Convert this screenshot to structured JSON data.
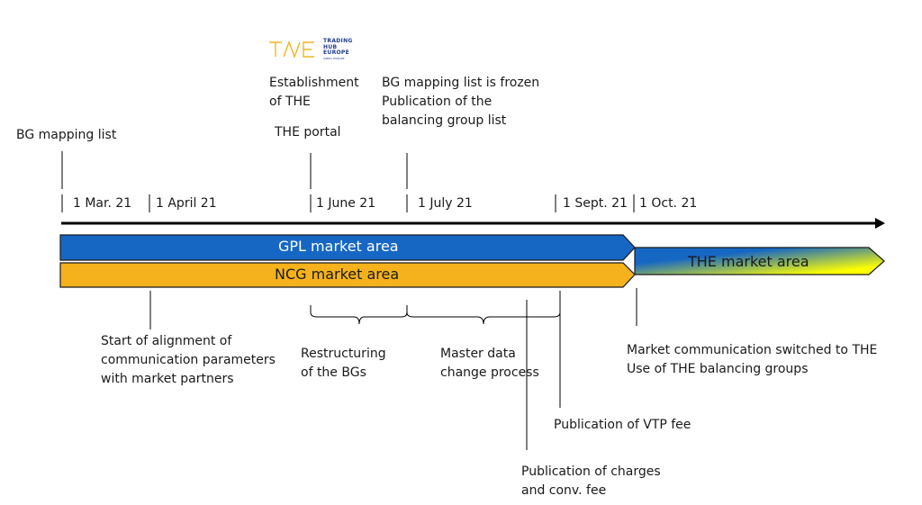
{
  "logo": {
    "mark": "THE",
    "text": "TRADING\nHUB\nEUROPE",
    "tagline": "SIMPLY EUROPE",
    "color_mark": "#f2b51d",
    "color_text": "#1f3b8f"
  },
  "timeline": {
    "dates": [
      "1 Mar. 21",
      "1 April 21",
      "1 June 21",
      "1 July 21",
      "1 Sept. 21",
      "1 Oct. 21"
    ]
  },
  "bars": {
    "gpl": {
      "label": "GPL market area",
      "color": "#1667c4"
    },
    "ncg": {
      "label": "NCG market area",
      "color": "#f5b21c"
    },
    "the": {
      "label": "THE market area",
      "color_start": "#1667c4",
      "color_end": "#ffff00"
    }
  },
  "events_above": {
    "bg_mapping_list": "BG mapping list",
    "establishment": "Establishment\nof THE",
    "the_portal": "THE portal",
    "frozen": "BG mapping list is frozen\nPublication of the\nbalancing group list"
  },
  "events_below": {
    "alignment": "Start of alignment of\ncommunication parameters\nwith market partners",
    "restructuring": "Restructuring\nof the BGs",
    "master_data": "Master data\nchange process",
    "vtp_fee": "Publication of VTP fee",
    "charges": "Publication of charges\nand conv. fee",
    "market_comm": "Market communication switched to THE\nUse of THE balancing groups"
  }
}
